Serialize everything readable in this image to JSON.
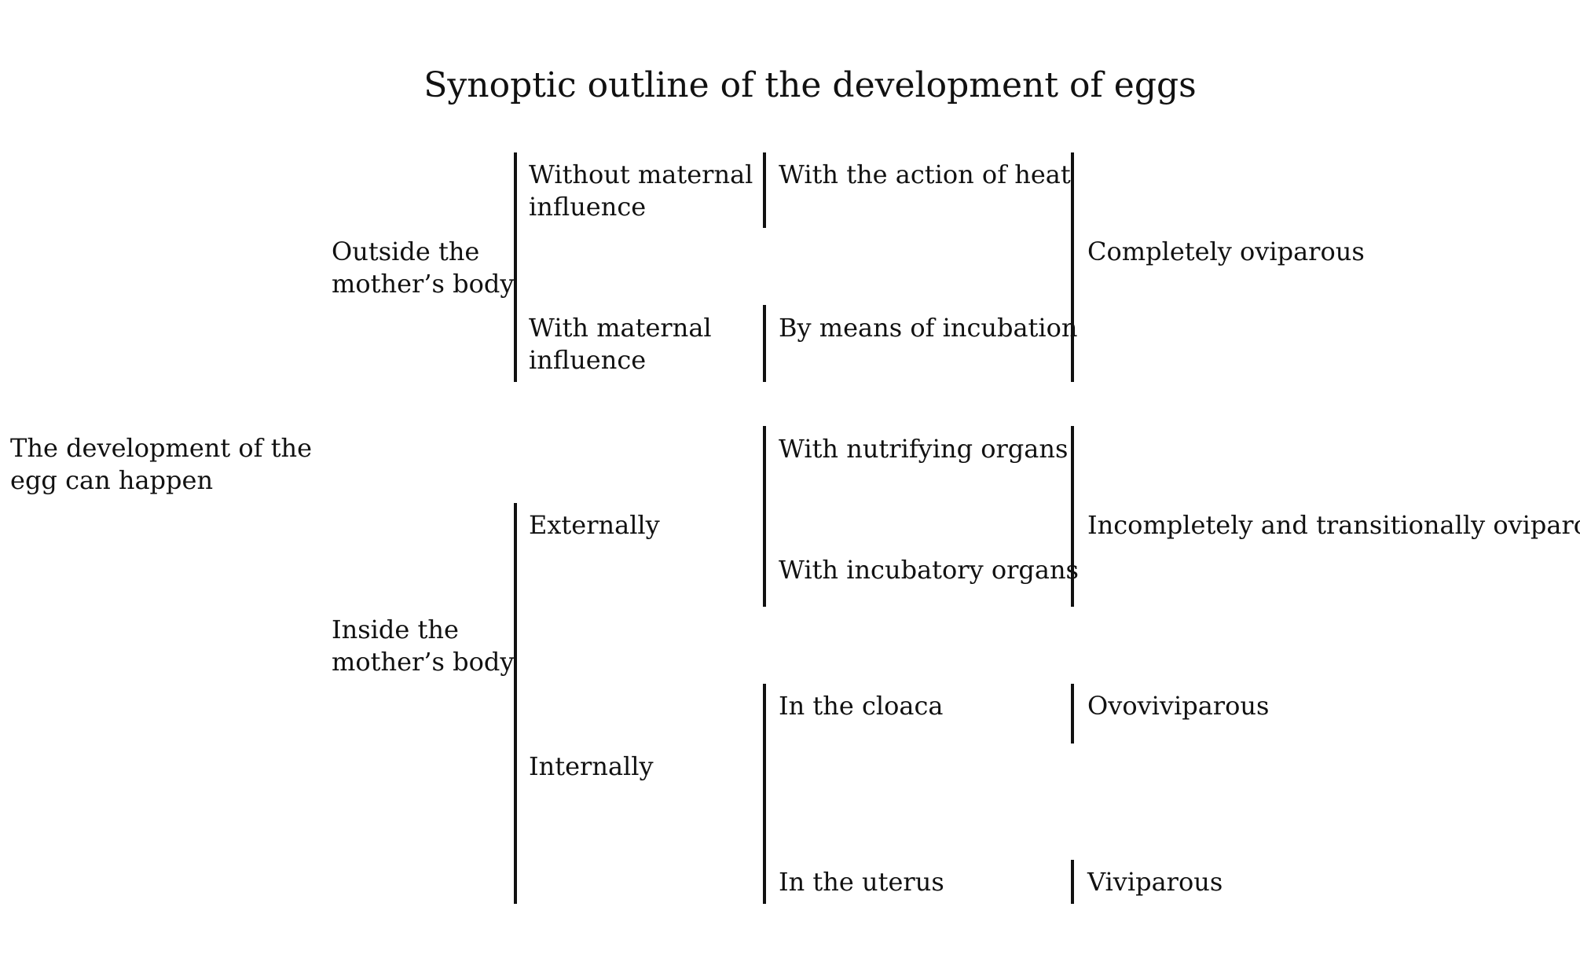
{
  "title": "Synoptic outline of the development of eggs",
  "root": {
    "line1": "The development of the",
    "line2": "egg can happen"
  },
  "outside": {
    "line1": "Outside the",
    "line2": "mother’s body",
    "without_maternal": {
      "line1": "Without maternal",
      "line2": "influence",
      "method": "With the action of heat"
    },
    "with_maternal": {
      "line1": "With maternal",
      "line2": "influence",
      "method": "By means of incubation"
    },
    "result": "Completely oviparous"
  },
  "inside": {
    "line1": "Inside the",
    "line2": "mother’s body",
    "externally": {
      "label": "Externally",
      "nutrifying": "With nutrifying organs",
      "incubatory": "With incubatory organs",
      "result": "Incompletely and transitionally oviparous"
    },
    "internally": {
      "label": "Internally",
      "cloaca": "In the cloaca",
      "cloaca_result": "Ovoviviparous",
      "uterus": "In the uterus",
      "uterus_result": "Viviparous"
    }
  }
}
